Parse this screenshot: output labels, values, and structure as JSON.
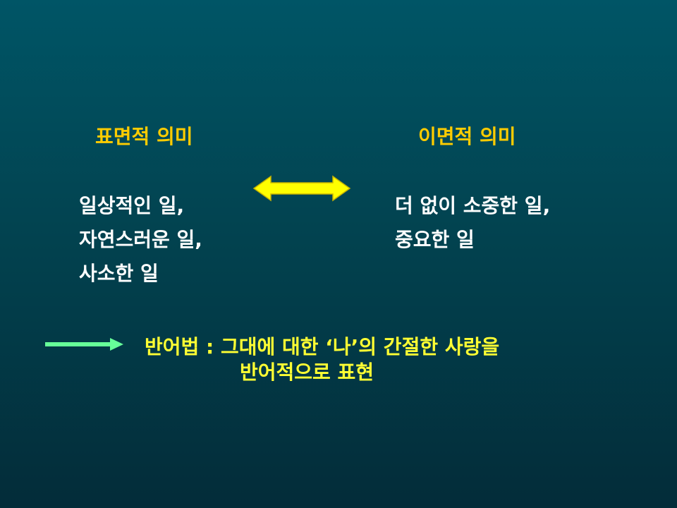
{
  "slide": {
    "left_heading": "표면적 의미",
    "right_heading": "이면적 의미",
    "left_lines": [
      "일상적인 일,",
      "자연스러운 일,",
      "사소한 일"
    ],
    "right_lines": [
      "더 없이 소중한 일,",
      "중요한 일"
    ],
    "conclusion_lines": [
      "반어법 : 그대에 대한 ‘나’의 간절한 사랑을",
      "반어적으로 표현"
    ],
    "colors": {
      "heading": "#ffcc00",
      "body": "#ffffff",
      "conclusion": "#ffff33",
      "double_arrow": "#ffff00",
      "right_arrow": "#66ff99",
      "background_top": "#005566",
      "background_bottom": "#032c39"
    },
    "icons": {
      "double_arrow": "double-headed-arrow-icon",
      "right_arrow": "right-arrow-icon"
    }
  }
}
